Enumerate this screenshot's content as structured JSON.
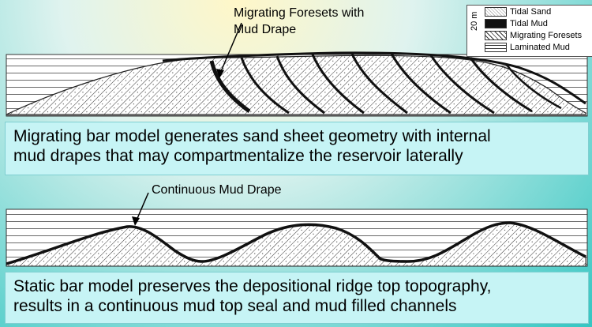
{
  "top_diagram": {
    "annotation_line1": "Migrating Foresets with",
    "annotation_line2": "Mud Drape"
  },
  "legend": {
    "scale": "20 m",
    "items": [
      {
        "label": "Tidal Sand",
        "key": "sand"
      },
      {
        "label": "Tidal Mud",
        "key": "mud"
      },
      {
        "label": "Migrating Foresets",
        "key": "foresets"
      },
      {
        "label": "Laminated Mud",
        "key": "laminated"
      }
    ]
  },
  "top_caption": {
    "line1": "Migrating bar model generates sand sheet geometry with internal",
    "line2": "mud drapes that may compartmentalize the reservoir laterally"
  },
  "bottom_diagram": {
    "annotation": "Continuous Mud Drape"
  },
  "bottom_caption": {
    "line1": "Static bar model preserves the depositional ridge top topography,",
    "line2": "results in a continuous mud top seal and mud filled channels"
  }
}
